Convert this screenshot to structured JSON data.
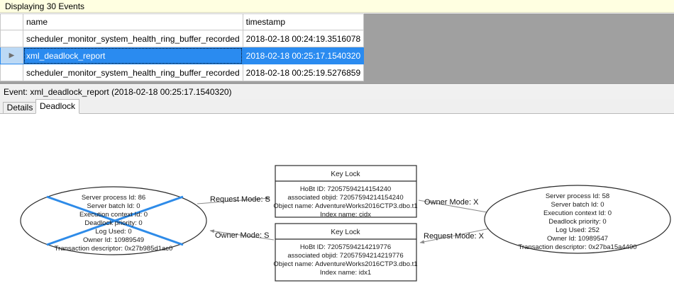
{
  "header": {
    "title": "Displaying 30 Events"
  },
  "grid": {
    "columns": [
      "",
      "name",
      "timestamp"
    ],
    "rows": [
      {
        "selector": "",
        "name": "scheduler_monitor_system_health_ring_buffer_recorded",
        "timestamp": "2018-02-18 00:24:19.3516078",
        "selected": false
      },
      {
        "selector": "▶",
        "name": "xml_deadlock_report",
        "timestamp": "2018-02-18 00:25:17.1540320",
        "selected": true
      },
      {
        "selector": "",
        "name": "scheduler_monitor_system_health_ring_buffer_recorded",
        "timestamp": "2018-02-18 00:25:19.5276859",
        "selected": false
      }
    ]
  },
  "event_caption": "Event: xml_deadlock_report (2018-02-18 00:25:17.1540320)",
  "tabs": [
    {
      "label": "Details",
      "active": false
    },
    {
      "label": "Deadlock",
      "active": true
    }
  ],
  "deadlock_graph": {
    "victim_marker_color": "#2e8be8",
    "processes": [
      {
        "id": "left",
        "victim": true,
        "lines": [
          "Server process Id: 86",
          "Server batch Id: 0",
          "Execution context Id: 0",
          "Deadlock priority: 0",
          "Log Used: 0",
          "Owner Id: 10989549",
          "Transaction descriptor: 0x27b985d1ac0"
        ]
      },
      {
        "id": "right",
        "victim": false,
        "lines": [
          "Server process Id: 58",
          "Server batch Id: 0",
          "Execution context Id: 0",
          "Deadlock priority: 0",
          "Log Used: 252",
          "Owner Id: 10989547",
          "Transaction descriptor: 0x27ba15a4490"
        ]
      }
    ],
    "resources": [
      {
        "id": "top-lock",
        "title": "Key Lock",
        "lines": [
          "HoBt ID: 72057594214154240",
          "associated objid: 72057594214154240",
          "Object name: AdventureWorks2016CTP3.dbo.t1",
          "Index name: cidx"
        ]
      },
      {
        "id": "bottom-lock",
        "title": "Key Lock",
        "lines": [
          "HoBt ID: 72057594214219776",
          "associated objid: 72057594214219776",
          "Object name: AdventureWorks2016CTP3.dbo.t1",
          "Index name: idx1"
        ]
      }
    ],
    "edges": [
      {
        "id": "left-request",
        "label": "Request Mode: S"
      },
      {
        "id": "left-owner",
        "label": "Owner Mode: S"
      },
      {
        "id": "right-owner",
        "label": "Owner Mode: X"
      },
      {
        "id": "right-request",
        "label": "Request Mode: X"
      }
    ]
  }
}
